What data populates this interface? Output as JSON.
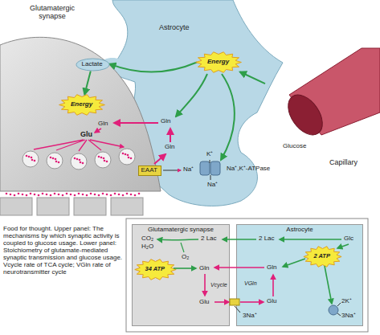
{
  "diagram": {
    "caption": "Food for thought. Upper panel: The mechanisms by which synaptic activity is coupled to glucose usage. Lower panel: Stoichiometry of glutamate-mediated synaptic transmission and glucose usage. Vcycle rate of TCA cycle; VGln rate of neurotransmitter cycle",
    "nodes": [
      {
        "text": [
          "Glutamatergic synapse"
        ]
      },
      {
        "text": [
          "Lactate"
        ]
      },
      {
        "text": [
          "Energy"
        ],
        "in": 0
      },
      {
        "text": [
          "Astrocyte"
        ]
      },
      {
        "text": [
          "Energy"
        ],
        "in": 3
      },
      {
        "text": [
          "Glucose",
          "Capillary"
        ]
      },
      {
        "text": [
          "EAAT"
        ]
      },
      {
        "text": [
          "Glutamatergic synapse"
        ]
      },
      {
        "text": [
          "34 ATP"
        ],
        "in": 7
      },
      {
        "text": [
          "Astrocyte"
        ]
      },
      {
        "text": [
          "2 ATP"
        ],
        "in": 9
      }
    ],
    "edges": [
      {
        "from": 5,
        "to": 4,
        "arrow": "to"
      },
      {
        "from": 4,
        "to": 1,
        "arrow": "to"
      },
      {
        "from": 1,
        "to": 2,
        "arrow": "to"
      }
    ],
    "labels": [
      "Gln",
      "Glu",
      "Gln",
      "Gln",
      "Na⁺",
      "K⁺",
      "Na⁺,K⁺-ATPase",
      "Na⁺",
      "CO₂",
      "H₂O",
      "2 Lac",
      "O₂",
      "Gln",
      "Glu",
      "Vcycle",
      "2 Lac",
      "Glc",
      "Gln",
      "VGln",
      "Glu",
      "3Na⁺",
      "2K⁺",
      "3Na⁺"
    ]
  }
}
